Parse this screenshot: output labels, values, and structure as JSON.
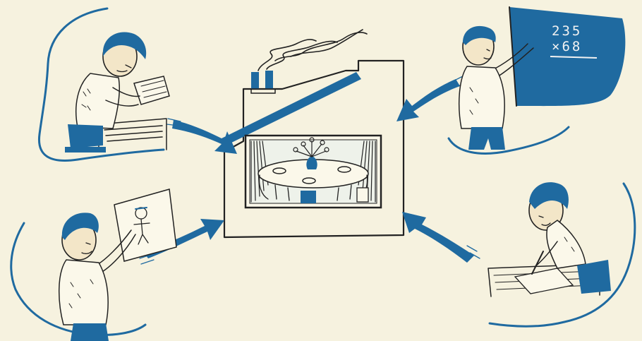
{
  "palette": {
    "paper": "#f6f2df",
    "ink_blue": "#1f6aa0",
    "line_black": "#222222",
    "skin": "#f3e6c8"
  },
  "blackboard": {
    "line1": "235",
    "line2": "×68"
  },
  "scenes": [
    {
      "name": "reading-boy",
      "icon": "book-icon"
    },
    {
      "name": "chalkboard-boy",
      "icon": "chalkboard-icon"
    },
    {
      "name": "drawing-boy",
      "icon": "easel-icon"
    },
    {
      "name": "writing-boy",
      "icon": "pencil-icon"
    },
    {
      "name": "house-with-dining-table",
      "icon": "house-icon"
    }
  ]
}
